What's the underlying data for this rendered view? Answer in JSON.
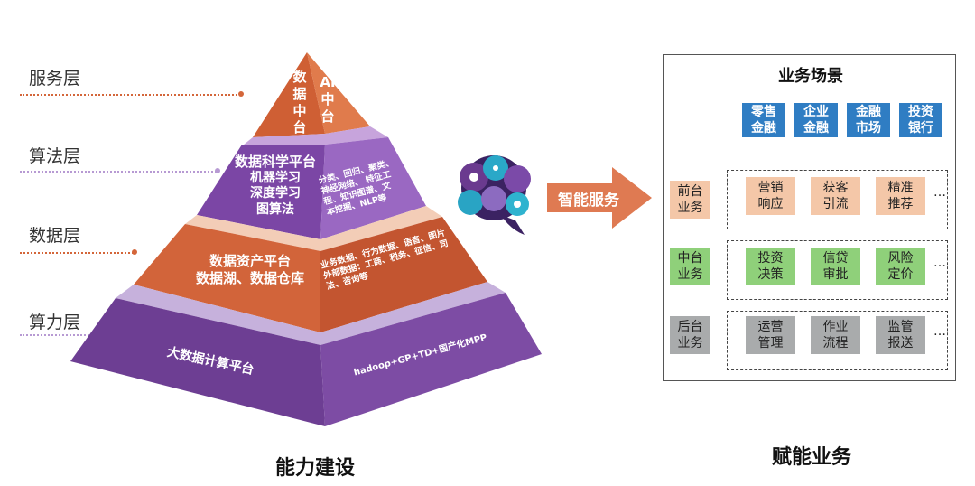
{
  "layers": {
    "service": "服务层",
    "algorithm": "算法层",
    "data": "数据层",
    "compute": "算力层"
  },
  "pyramid": {
    "top_left": [
      "数",
      "据",
      "中",
      "台"
    ],
    "top_right": [
      "AI",
      "中",
      "台"
    ],
    "level2_main": [
      "数据科学平台",
      "机器学习",
      "深度学习",
      "图算法"
    ],
    "level2_side": [
      "分类、回归、聚类、",
      "神经网络、 特征工",
      "程、知识图谱、文",
      "本挖掘、NLP等"
    ],
    "level3_main": [
      "数据资产平台",
      "数据湖、数据仓库"
    ],
    "level3_side": [
      "业务数据、行为数据、语音、图片",
      "外部数据：工商、税务、征信、司",
      "法、咨询等"
    ],
    "level4_main": "大数据计算平台",
    "level4_side": "hadoop+GP+TD+国产化MPP"
  },
  "arrow_label": "智能服务",
  "captions": {
    "left": "能力建设",
    "right": "赋能业务"
  },
  "scenes": {
    "title": "业务场景",
    "categories": [
      [
        "零售",
        "金融"
      ],
      [
        "企业",
        "金融"
      ],
      [
        "金融",
        "市场"
      ],
      [
        "投资",
        "银行"
      ]
    ],
    "rows": [
      {
        "label": [
          "前台",
          "业务"
        ],
        "items": [
          [
            "营销",
            "响应"
          ],
          [
            "获客",
            "引流"
          ],
          [
            "精准",
            "推荐"
          ]
        ],
        "more": "…"
      },
      {
        "label": [
          "中台",
          "业务"
        ],
        "items": [
          [
            "投资",
            "决策"
          ],
          [
            "信贷",
            "审批"
          ],
          [
            "风险",
            "定价"
          ]
        ],
        "more": "…"
      },
      {
        "label": [
          "后台",
          "业务"
        ],
        "items": [
          [
            "运营",
            "管理"
          ],
          [
            "作业",
            "流程"
          ],
          [
            "监管",
            "报送"
          ]
        ],
        "more": "…"
      }
    ]
  },
  "colors": {
    "orange": "#d4663a",
    "orange_light": "#f3d1bd",
    "purple": "#7e4ba4",
    "purple_light": "#c6b1dc",
    "blue": "#2f7dc3",
    "peach": "#f4c7a8",
    "green": "#8fd07a",
    "gray": "#a9abac",
    "arrow": "#df7a52"
  }
}
